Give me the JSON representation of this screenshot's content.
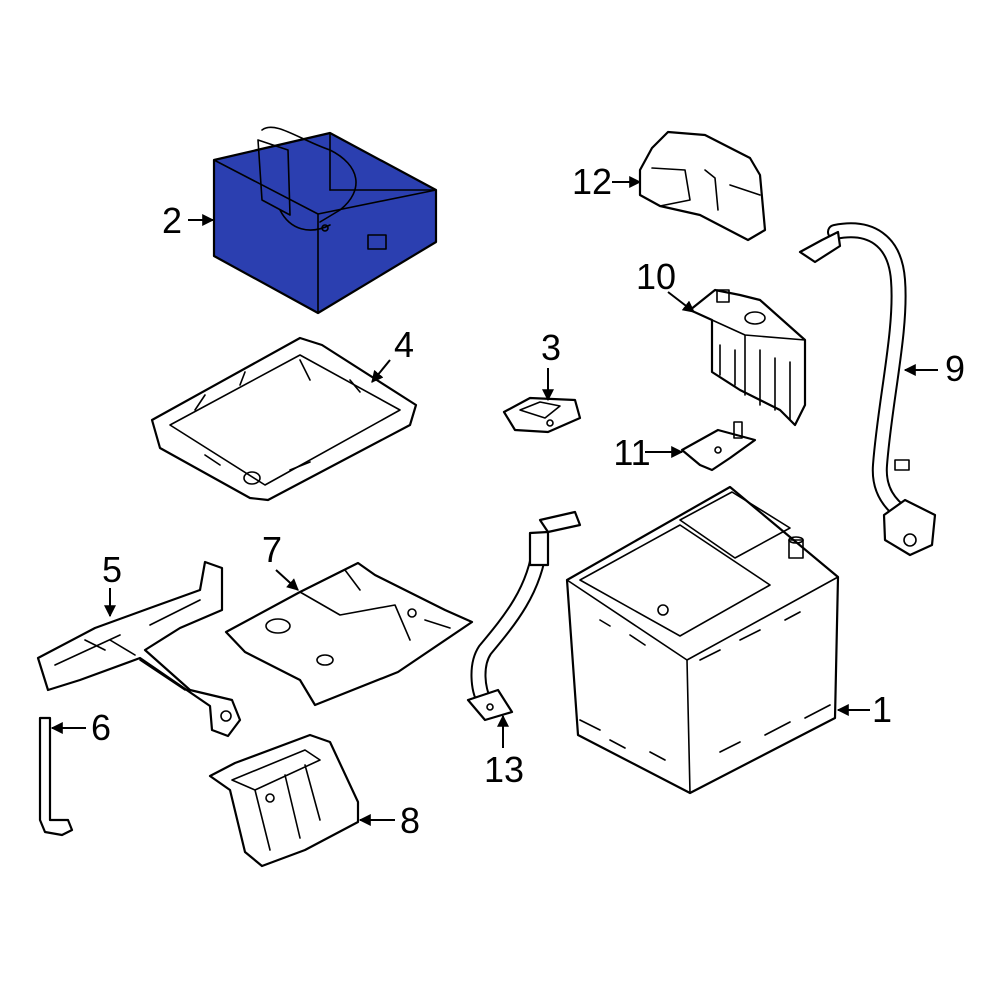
{
  "diagram": {
    "highlight_color": "#2b3fb0",
    "line_color": "#000000",
    "background_color": "#ffffff",
    "callouts": [
      {
        "id": "1",
        "label": "1",
        "part": "battery"
      },
      {
        "id": "2",
        "label": "2",
        "part": "battery-cover-highlighted"
      },
      {
        "id": "3",
        "label": "3",
        "part": "small-bracket"
      },
      {
        "id": "4",
        "label": "4",
        "part": "battery-tray"
      },
      {
        "id": "5",
        "label": "5",
        "part": "tray-support-bracket"
      },
      {
        "id": "6",
        "label": "6",
        "part": "hold-down-rod"
      },
      {
        "id": "7",
        "label": "7",
        "part": "mounting-plate"
      },
      {
        "id": "8",
        "label": "8",
        "part": "lower-support-bracket"
      },
      {
        "id": "9",
        "label": "9",
        "part": "positive-cable"
      },
      {
        "id": "10",
        "label": "10",
        "part": "fuse-box-terminal"
      },
      {
        "id": "11",
        "label": "11",
        "part": "terminal-bracket"
      },
      {
        "id": "12",
        "label": "12",
        "part": "terminal-cover"
      },
      {
        "id": "13",
        "label": "13",
        "part": "ground-cable"
      }
    ]
  }
}
